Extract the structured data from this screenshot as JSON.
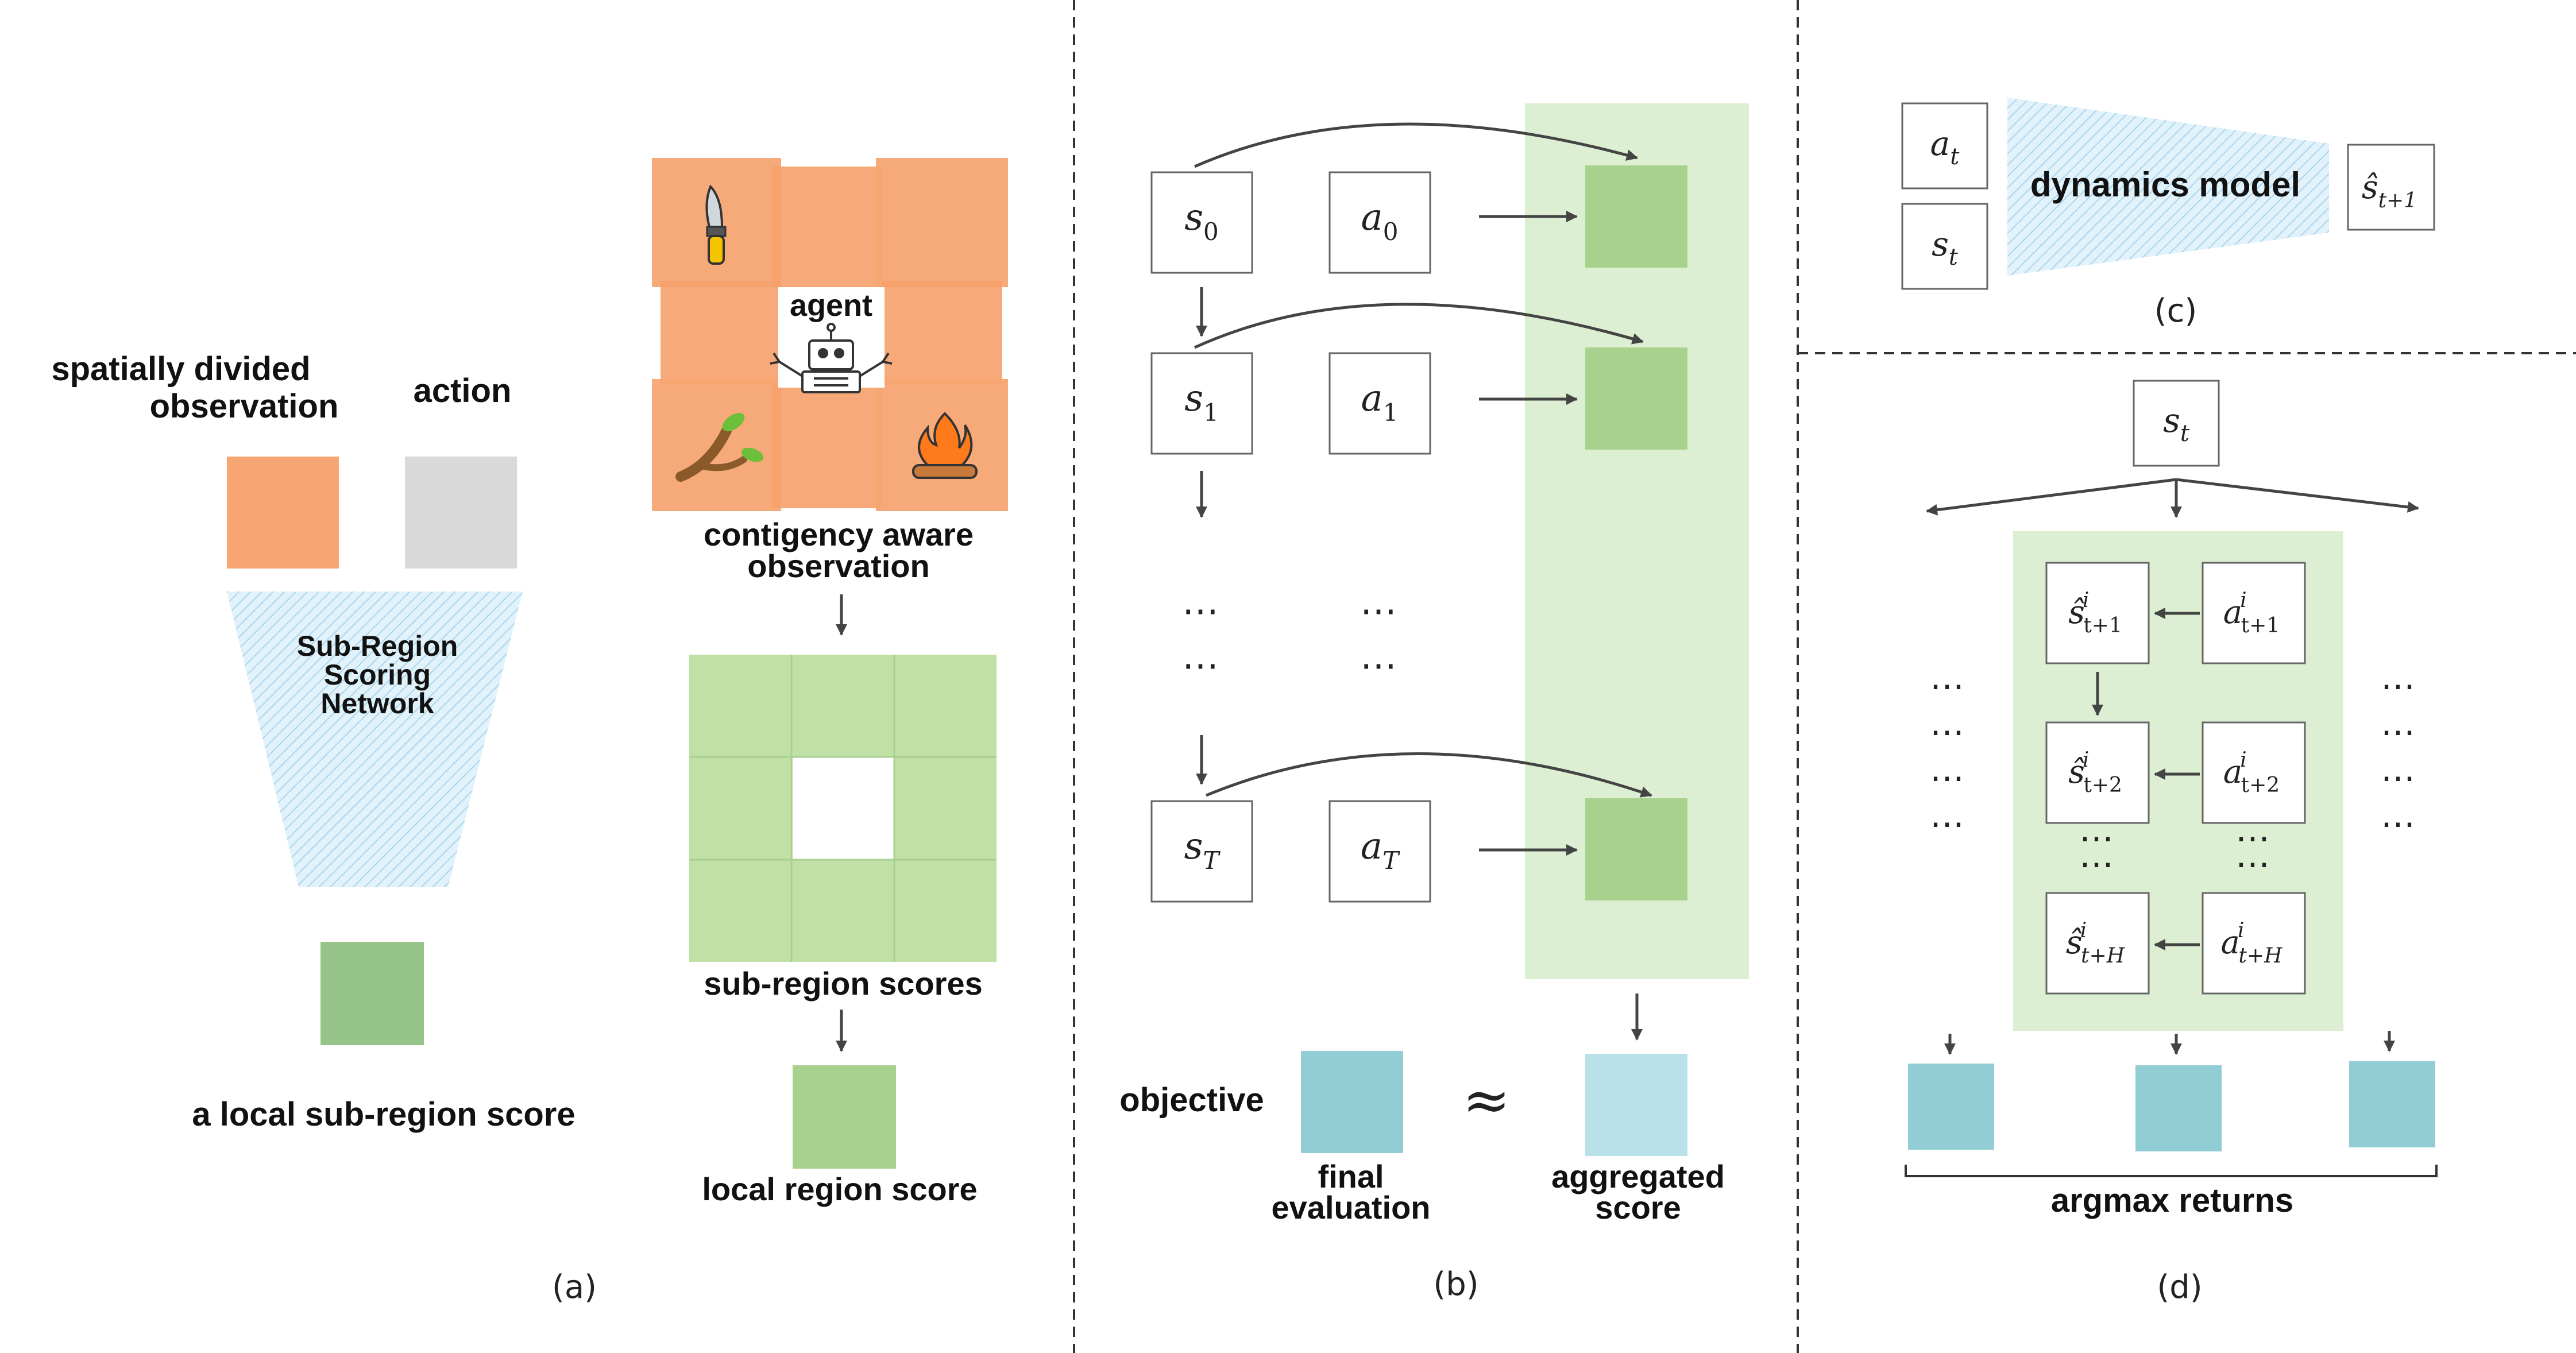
{
  "panel_a": {
    "label_observation_line1": "spatially divided",
    "label_observation_line2": "observation",
    "label_action": "action",
    "network_line1": "Sub-Region",
    "network_line2": "Scoring",
    "network_line3": "Network",
    "label_local_score": "a local sub-region score",
    "agent_label": "agent",
    "contingency_line1": "contigency aware",
    "contingency_line2": "observation",
    "label_subregion_scores": "sub-region scores",
    "label_local_region_score": "local region score",
    "caption": "(a)",
    "colors": {
      "orange": "#f7a572",
      "gray": "#d9d9d9",
      "green": "#c0e0a6",
      "dark_green": "#97c589",
      "hatch": "#cfe9f6"
    }
  },
  "panel_b": {
    "states": [
      {
        "base": "s",
        "sub": "0"
      },
      {
        "base": "s",
        "sub": "1"
      },
      {
        "base": "s",
        "sub": "T"
      }
    ],
    "actions": [
      {
        "base": "a",
        "sub": "0"
      },
      {
        "base": "a",
        "sub": "1"
      },
      {
        "base": "a",
        "sub": "T"
      }
    ],
    "ellipsis": "⋯",
    "objective": "objective",
    "approx": "≈",
    "final_line1": "final",
    "final_line2": "evaluation",
    "agg_line1": "aggregated",
    "agg_line2": "score",
    "caption": "(b)",
    "colors": {
      "band": "#dcefd2",
      "score": "#a9d18e",
      "teal": "#92cdd6",
      "light_teal": "#b9e1ea"
    }
  },
  "panel_c": {
    "input_action": {
      "base": "a",
      "sub": "t"
    },
    "input_state": {
      "base": "s",
      "sub": "t"
    },
    "model_label": "dynamics model",
    "output": {
      "base": "ŝ",
      "sub": "t+1"
    },
    "caption": "(c)"
  },
  "panel_d": {
    "root_state": {
      "base": "s",
      "sub": "t"
    },
    "rows": [
      {
        "state": {
          "base": "ŝ",
          "sup": "i",
          "sub": "t+1"
        },
        "action": {
          "base": "a",
          "sup": "i",
          "sub": "t+1"
        }
      },
      {
        "state": {
          "base": "ŝ",
          "sup": "i",
          "sub": "t+2"
        },
        "action": {
          "base": "a",
          "sup": "i",
          "sub": "t+2"
        }
      },
      {
        "state": {
          "base": "ŝ",
          "sup": "i",
          "sub": "t+H"
        },
        "action": {
          "base": "a",
          "sup": "i",
          "sub": "t+H"
        }
      }
    ],
    "ellipsis": "⋯",
    "label_argmax": "argmax returns",
    "caption": "(d)"
  }
}
